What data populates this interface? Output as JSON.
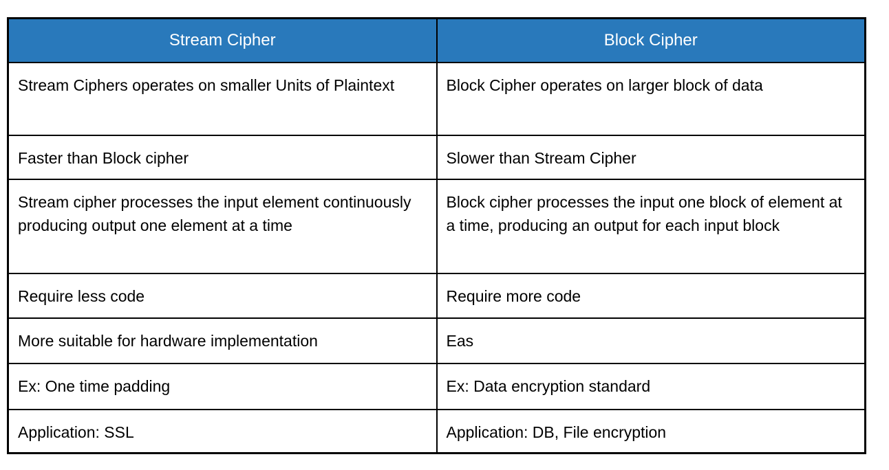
{
  "table": {
    "headers": [
      {
        "label": "Stream Cipher"
      },
      {
        "label": "Block Cipher"
      }
    ],
    "rows": [
      [
        "Stream Ciphers operates on smaller Units of Plaintext",
        "Block Cipher operates on larger block of data"
      ],
      [
        "Faster than Block cipher",
        "Slower than Stream Cipher"
      ],
      [
        "Stream cipher processes the input element continuously producing output one element at a time",
        "Block cipher processes the input one block of element at a time, producing an output for each input block"
      ],
      [
        "Require less code",
        "Require more code"
      ],
      [
        "More suitable for hardware implementation",
        "Eas"
      ],
      [
        "Ex: One time padding",
        "Ex: Data encryption standard"
      ],
      [
        "Application: SSL",
        "Application: DB, File encryption"
      ]
    ],
    "colors": {
      "header_bg": "#2979bb",
      "header_text": "#ffffff",
      "body_text": "#000000",
      "border": "#000000",
      "page_bg": "#ffffff"
    }
  }
}
